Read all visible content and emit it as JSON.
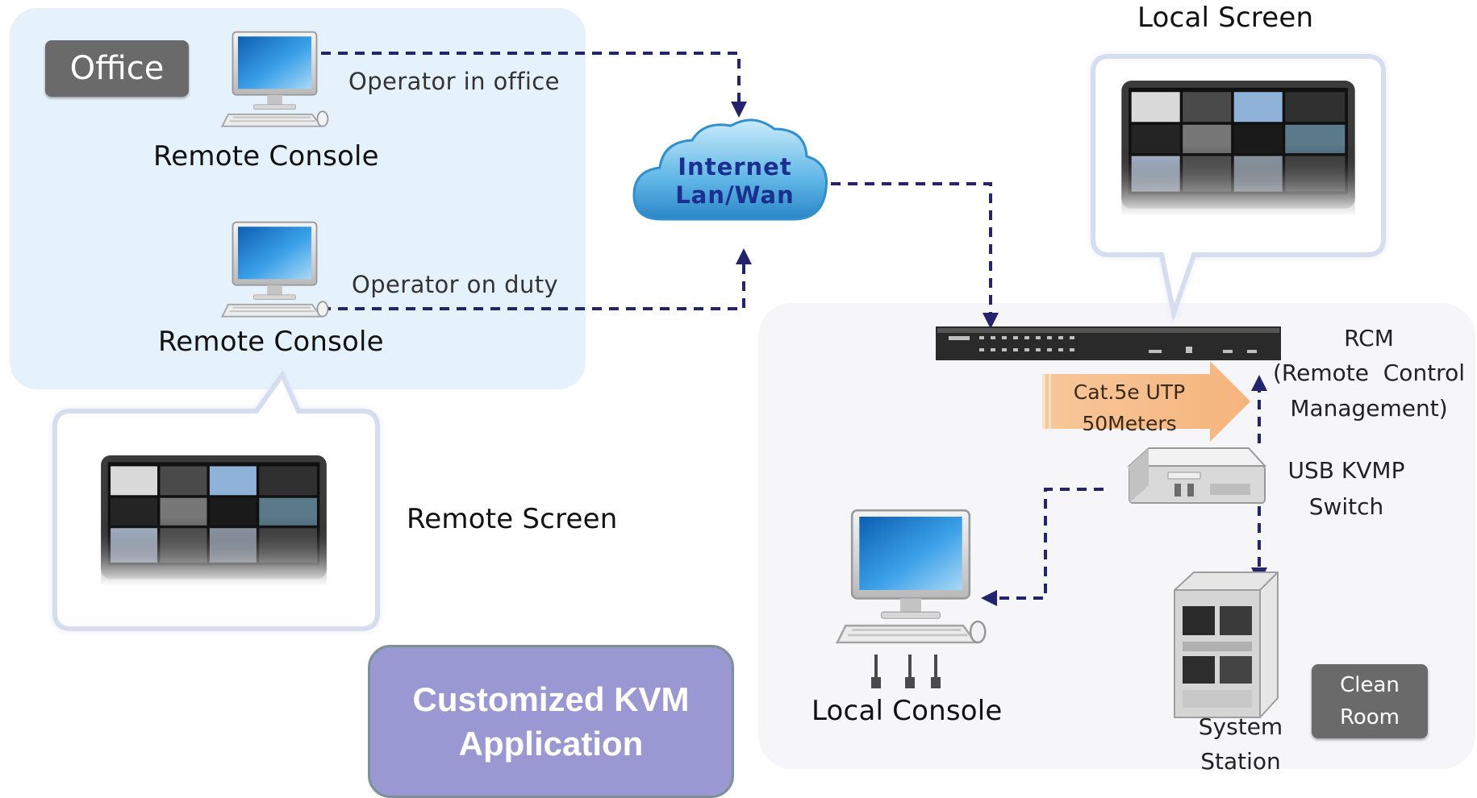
{
  "zones": {
    "office_tag": "Office",
    "clean_room_tag_line1": "Clean",
    "clean_room_tag_line2": "Room"
  },
  "labels": {
    "remote_console_top": "Remote Console",
    "remote_console_bottom": "Remote Console",
    "operator_in_office": "Operator in office",
    "operator_on_duty": "Operator on duty",
    "remote_screen": "Remote Screen",
    "local_screen": "Local Screen",
    "local_console": "Local Console",
    "cloud_line1": "Internet",
    "cloud_line2": "Lan/Wan",
    "rcm_line1": "RCM",
    "rcm_line2": "(Remote  Control",
    "rcm_line3": "Management)",
    "kvm_line1": "USB KVMP",
    "kvm_line2": "Switch",
    "cable_line1": "Cat.5e UTP",
    "cable_line2": "50Meters",
    "station_line1": "System",
    "station_line2": "Station"
  },
  "application_card": {
    "line1": "Customized KVM",
    "line2": "Application"
  },
  "colors": {
    "office_zone": "#e5f2fb",
    "clean_zone": "#f6f5f8",
    "link_line": "#23236e",
    "cable_arrow": "#f8c08c",
    "card_fill": "#9a98d2",
    "cloud_fill": "#5fb6e6"
  },
  "icons": {
    "monitor": "desktop-computer-icon",
    "cloud": "cloud-icon",
    "rack": "rack-unit-icon",
    "switch": "kvm-switch-icon",
    "server": "server-station-icon"
  }
}
